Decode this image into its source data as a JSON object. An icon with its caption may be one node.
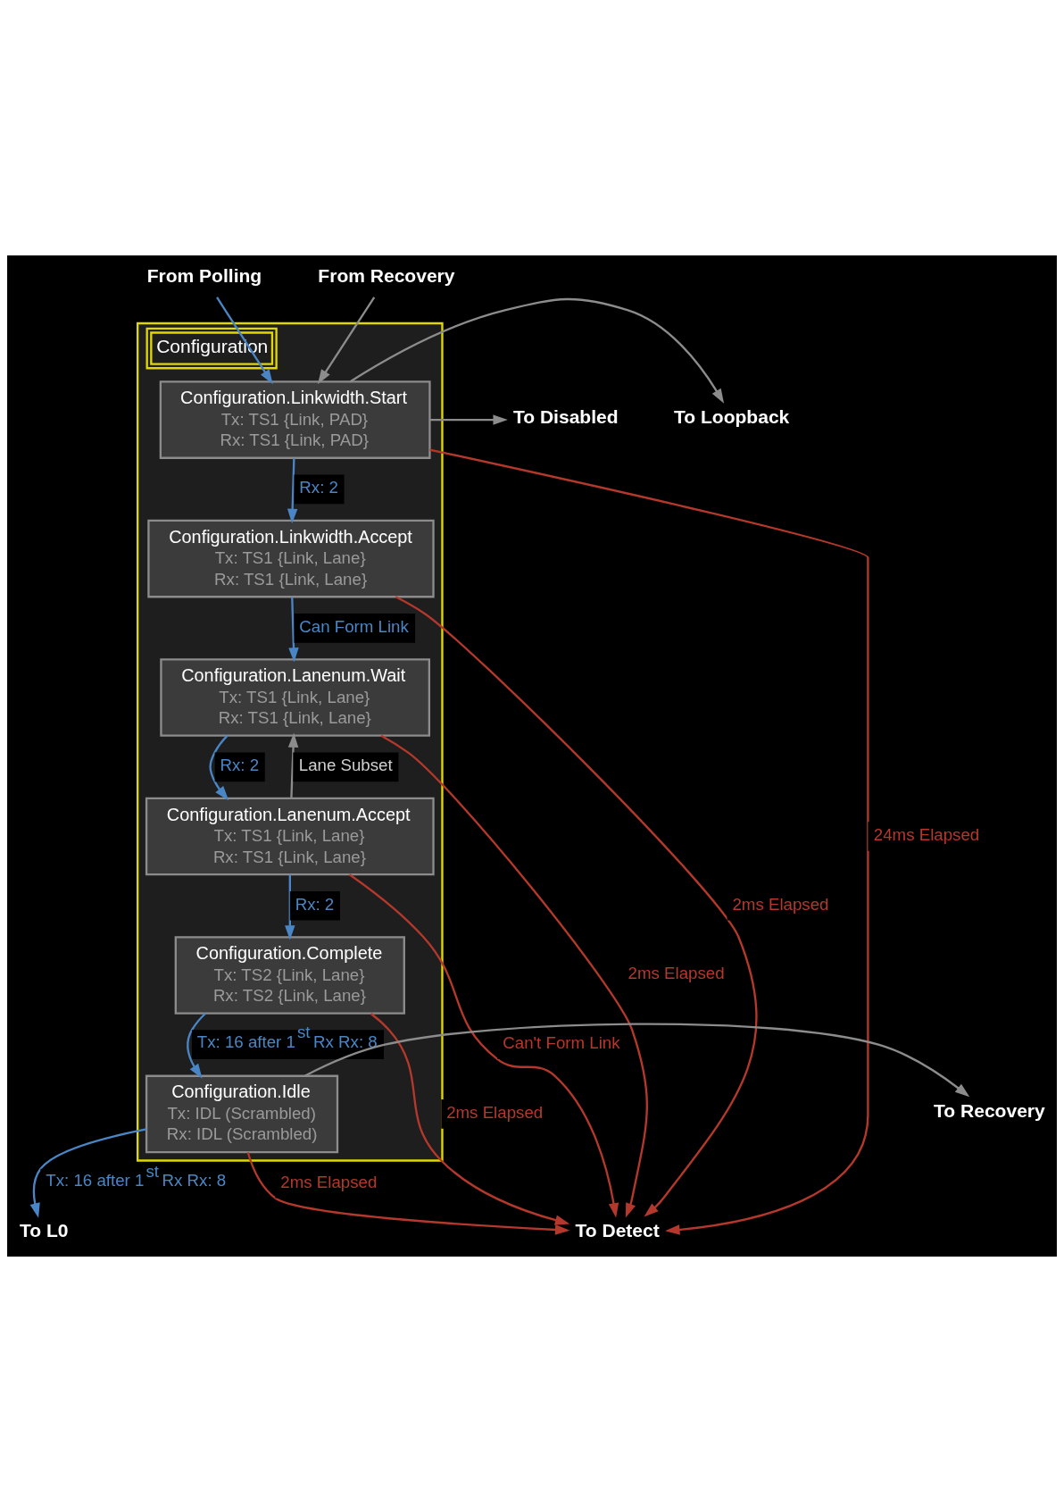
{
  "diagram": {
    "nodes": [
      {
        "text": [
          "Configuration"
        ]
      },
      {
        "text": [
          "Configuration.Linkwidth.Start",
          "Tx: TS1 {Link, PAD}",
          "Rx: TS1 {Link, PAD}"
        ],
        "in": 0
      },
      {
        "text": [
          "Configuration.Linkwidth.Accept",
          "Tx: TS1 {Link, Lane}",
          "Rx: TS1 {Link, Lane}"
        ],
        "in": 0
      },
      {
        "text": [
          "Configuration.Lanenum.Wait",
          "Tx: TS1 {Link, Lane}",
          "Rx: TS1 {Link, Lane}"
        ],
        "in": 0
      },
      {
        "text": [
          "Configuration.Lanenum.Accept",
          "Tx: TS1 {Link, Lane}",
          "Rx: TS1 {Link, Lane}"
        ],
        "in": 0
      },
      {
        "text": [
          "Configuration.Complete",
          "Tx: TS2 {Link, Lane}",
          "Rx: TS2 {Link, Lane}"
        ],
        "in": 0
      },
      {
        "text": [
          "Configuration.Idle",
          "Tx: IDL (Scrambled)",
          "Rx: IDL (Scrambled)"
        ],
        "in": 0
      },
      {
        "text": [
          "From Polling"
        ]
      },
      {
        "text": [
          "From Recovery"
        ]
      },
      {
        "text": [
          "To Disabled"
        ]
      },
      {
        "text": [
          "To Loopback"
        ]
      },
      {
        "text": [
          "To Recovery"
        ]
      },
      {
        "text": [
          "To Detect"
        ]
      },
      {
        "text": [
          "To L0"
        ]
      }
    ],
    "edges": [
      {
        "from": 7,
        "to": 1,
        "arrow": "to"
      },
      {
        "from": 8,
        "to": 1,
        "arrow": "to",
        "color": "#8c8c8c"
      },
      {
        "from": 1,
        "to": 9,
        "arrow": "to",
        "color": "#8c8c8c"
      },
      {
        "from": 1,
        "to": 10,
        "arrow": "to",
        "color": "#8c8c8c"
      },
      {
        "from": 1,
        "to": 2,
        "arrow": "to",
        "label": "Rx: 2"
      },
      {
        "from": 2,
        "to": 3,
        "arrow": "to",
        "label": "Can Form Link"
      },
      {
        "from": 3,
        "to": 4,
        "arrow": "to",
        "label": "Rx: 2"
      },
      {
        "from": 4,
        "to": 3,
        "arrow": "to",
        "label": "Lane Subset",
        "color": "#8c8c8c"
      },
      {
        "from": 4,
        "to": 5,
        "arrow": "to",
        "label": "Rx: 2"
      },
      {
        "from": 5,
        "to": 6,
        "arrow": "to",
        "label": "Tx: 16 after 1$^{st}$ Rx Rx: 8"
      },
      {
        "from": 6,
        "to": 11,
        "arrow": "to",
        "color": "#8c8c8c"
      },
      {
        "from": 6,
        "to": 13,
        "arrow": "to",
        "label": "Tx: 16 after 1$^{st}$ Rx Rx: 8"
      },
      {
        "from": 1,
        "to": 12,
        "arrow": "to",
        "label": "24ms Elapsed",
        "color": "#b5382c"
      },
      {
        "from": 2,
        "to": 12,
        "arrow": "to",
        "label": "2ms Elapsed",
        "color": "#b5382c"
      },
      {
        "from": 3,
        "to": 12,
        "arrow": "to",
        "label": "2ms Elapsed",
        "color": "#b5382c"
      },
      {
        "from": 4,
        "to": 12,
        "arrow": "to",
        "label": "Can't Form Link",
        "color": "#b5382c"
      },
      {
        "from": 5,
        "to": 12,
        "arrow": "to",
        "label": "2ms Elapsed",
        "color": "#b5382c"
      },
      {
        "from": 6,
        "to": 12,
        "arrow": "to",
        "label": "2ms Elapsed",
        "color": "#b5382c"
      }
    ]
  }
}
